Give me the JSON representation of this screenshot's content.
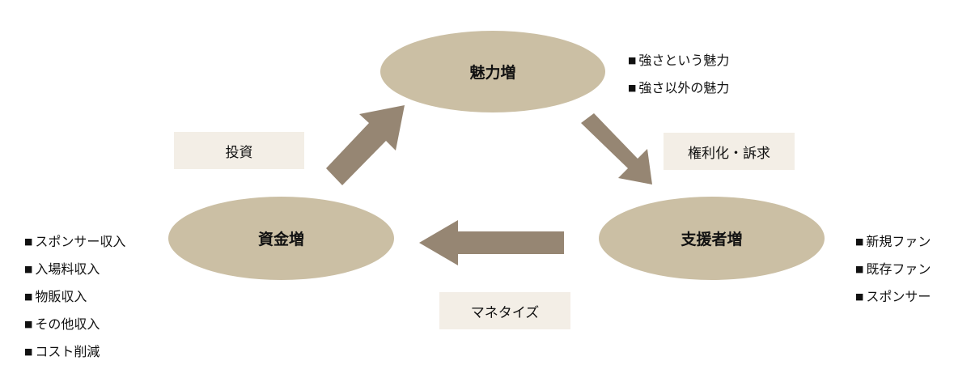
{
  "nodes": {
    "attraction": "魅力増",
    "supporters": "支援者増",
    "funds": "資金増"
  },
  "edges": {
    "invest": "投資",
    "rights": "権利化・訴求",
    "monetize": "マネタイズ"
  },
  "lists": {
    "attraction": [
      "強さという魅力",
      "強さ以外の魅力"
    ],
    "supporters": [
      "新規ファン",
      "既存ファン",
      "スポンサー"
    ],
    "funds": [
      "スポンサー収入",
      "入場料収入",
      "物販収入",
      "その他収入",
      "コスト削減"
    ]
  },
  "colors": {
    "ellipse": "#cbbfa4",
    "arrow": "#968673",
    "label_bg": "#f3eee6"
  }
}
